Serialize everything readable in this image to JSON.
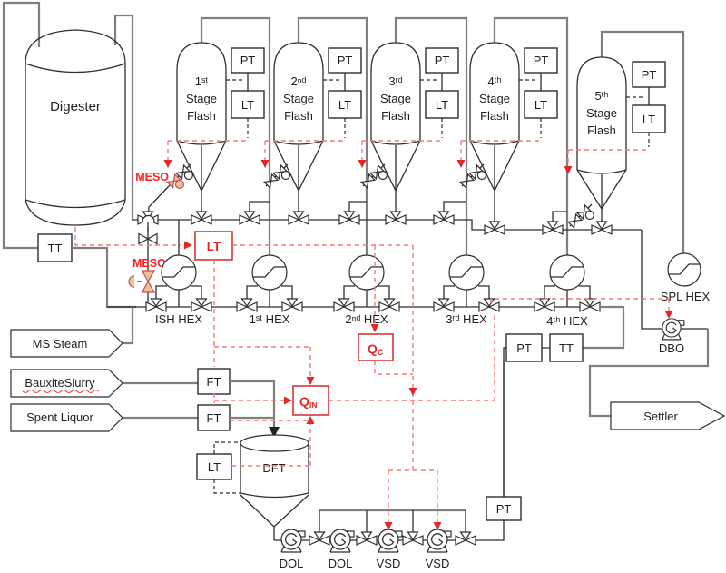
{
  "diagram": {
    "digester": {
      "label": "Digester",
      "transmitter": "TT"
    },
    "stages": [
      {
        "ordinal": "1ˢᵗ",
        "word1": "Stage",
        "word2": "Flash",
        "pt": "PT",
        "lt": "LT"
      },
      {
        "ordinal": "2ⁿᵈ",
        "word1": "Stage",
        "word2": "Flash",
        "pt": "PT",
        "lt": "LT"
      },
      {
        "ordinal": "3ʳᵈ",
        "word1": "Stage",
        "word2": "Flash",
        "pt": "PT",
        "lt": "LT"
      },
      {
        "ordinal": "4ᵗʰ",
        "word1": "Stage",
        "word2": "Flash",
        "pt": "PT",
        "lt": "LT"
      },
      {
        "ordinal": "5ᵗʰ",
        "word1": "Stage",
        "word2": "Flash",
        "pt": "PT",
        "lt": "LT"
      }
    ],
    "meso_flash_valve": "MESO",
    "meso_steam_valve": "MESO",
    "level_transmitter_red": "LT",
    "hex": {
      "ish": "ISH HEX",
      "h1": "1ˢᵗ HEX",
      "h2": "2ⁿᵈ HEX",
      "h3": "3ʳᵈ HEX",
      "h4": "4ᵗʰ HEX",
      "spl": "SPL HEX"
    },
    "inputs": {
      "steam": "MS Steam",
      "bauxite": "BauxiteSlurry",
      "spent": "Spent Liquor"
    },
    "ft1": "FT",
    "ft2": "FT",
    "qc": {
      "main": "Q",
      "sub": "C"
    },
    "qin": {
      "main": "Q",
      "sub": "IN"
    },
    "dft": {
      "label": "DFT",
      "lt": "LT"
    },
    "pt_mid": "PT",
    "tt_mid": "TT",
    "dbo": "DBO",
    "settler": "Settler",
    "pt_discharge": "PT",
    "pumps": [
      {
        "label": "DOL"
      },
      {
        "label": "DOL"
      },
      {
        "label": "VSD"
      },
      {
        "label": "VSD"
      }
    ],
    "colors": {
      "signal_dash": "#ef7d7a",
      "signal_solid": "#e32726",
      "process": "#2e2e2e",
      "pipe_gray": "#7f7f7f",
      "tan_fill": "#eac39e"
    }
  }
}
